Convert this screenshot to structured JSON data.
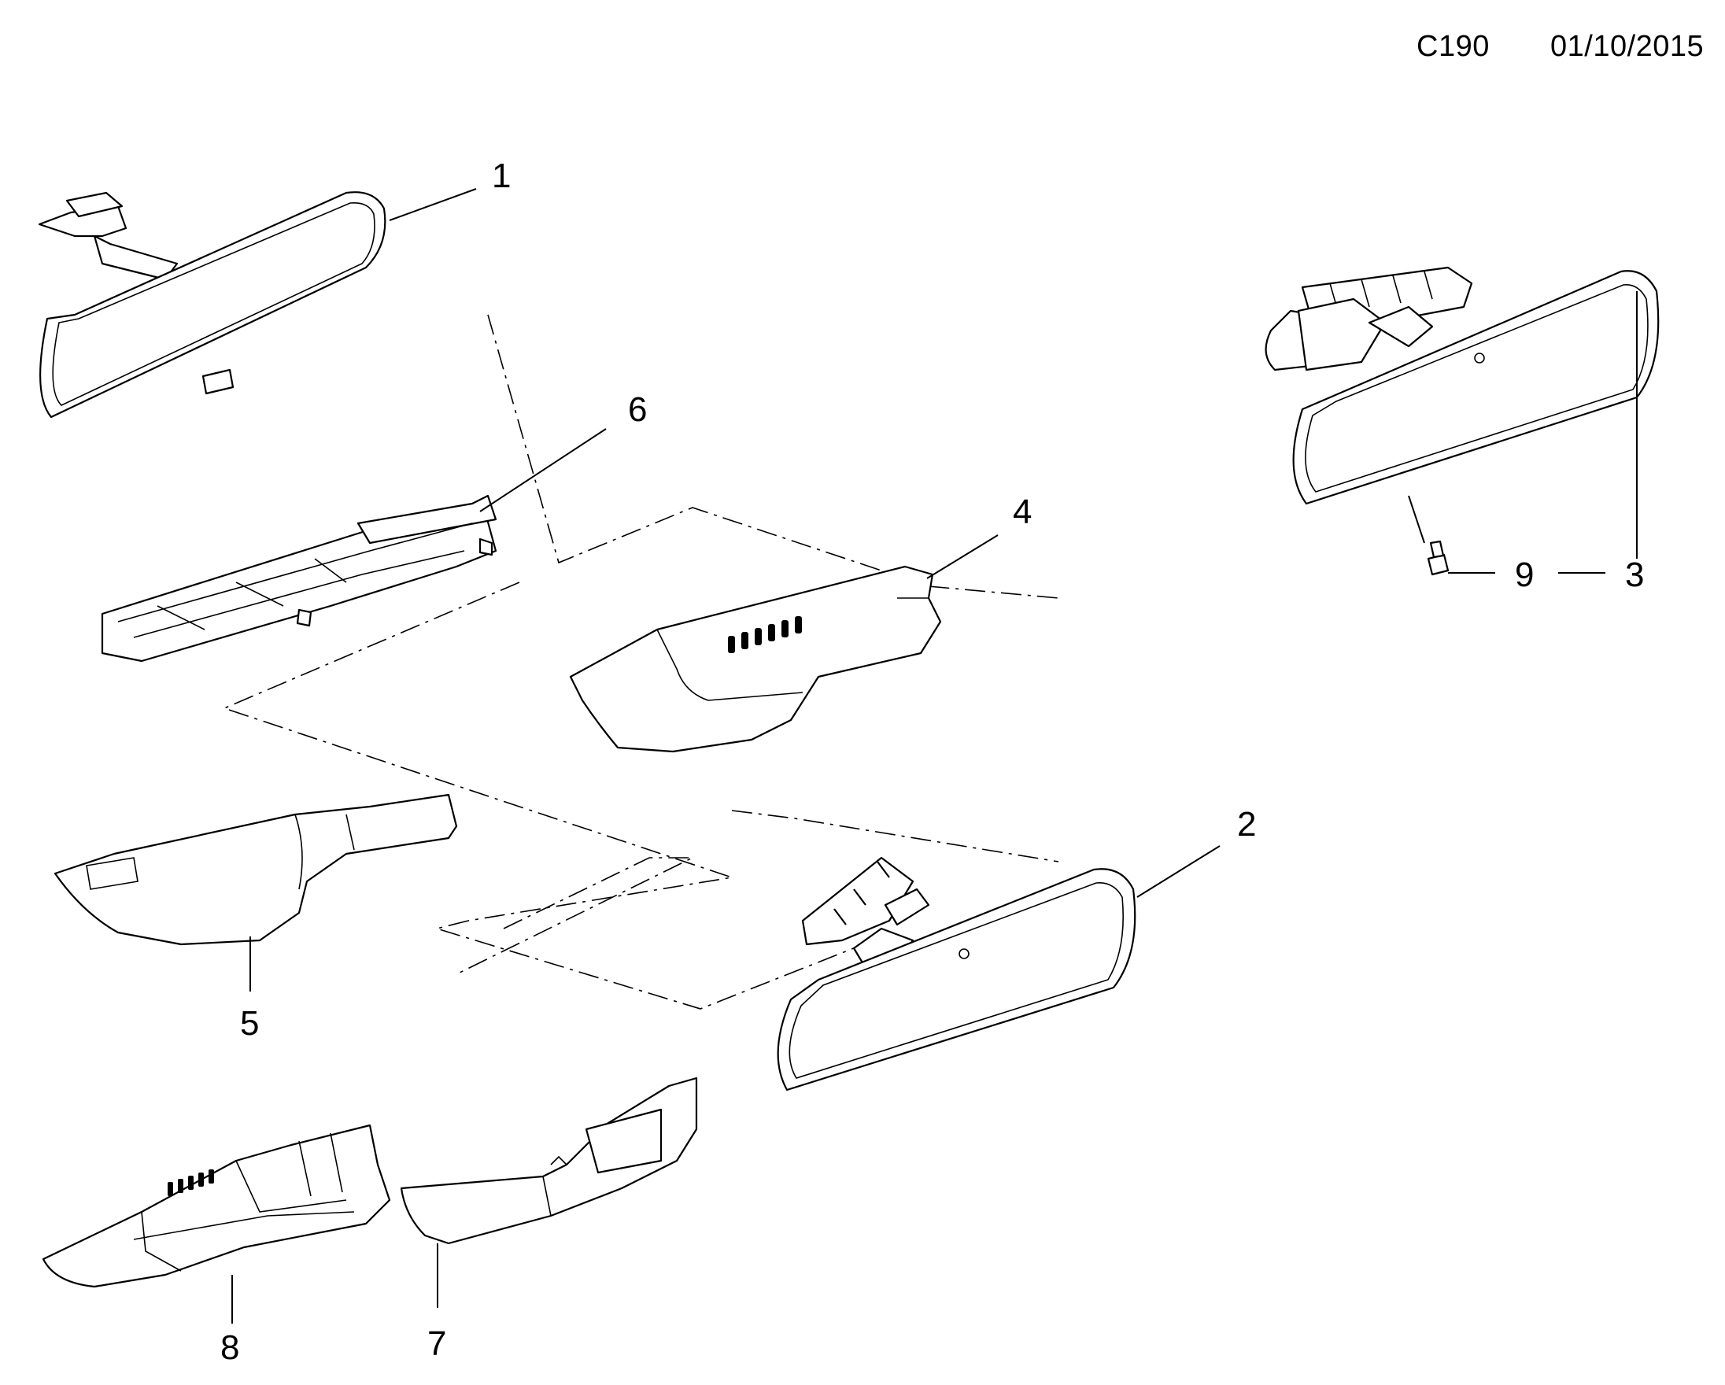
{
  "header": {
    "code": "C190",
    "date": "01/10/2015"
  },
  "callouts": [
    {
      "id": "1",
      "text": "1"
    },
    {
      "id": "2",
      "text": "2"
    },
    {
      "id": "3",
      "text": "3"
    },
    {
      "id": "4",
      "text": "4"
    },
    {
      "id": "5",
      "text": "5"
    },
    {
      "id": "6",
      "text": "6"
    },
    {
      "id": "7",
      "text": "7"
    },
    {
      "id": "8",
      "text": "8"
    },
    {
      "id": "9",
      "text": "9"
    }
  ]
}
